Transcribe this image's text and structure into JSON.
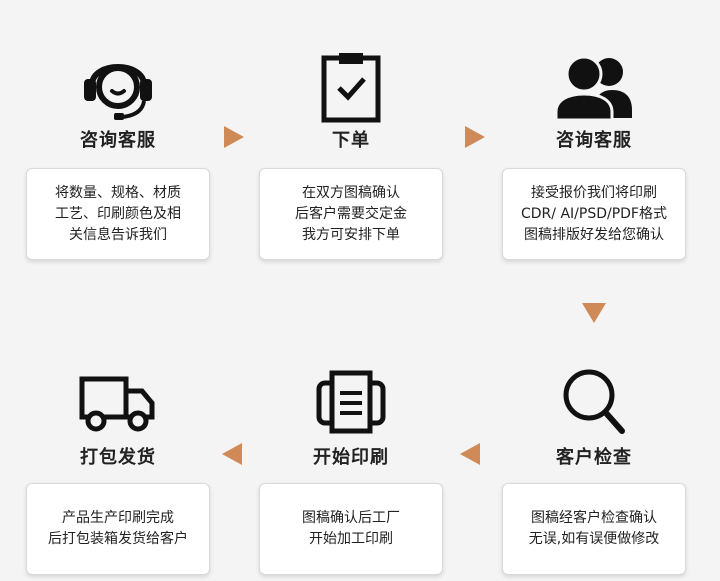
{
  "accent_color": "#d08a58",
  "steps": [
    {
      "icon": "headset-icon",
      "title": "咨询客服",
      "lines": [
        "将数量、规格、材质",
        "工艺、印刷颜色及相",
        "关信息告诉我们"
      ]
    },
    {
      "icon": "clipboard-check-icon",
      "title": "下单",
      "lines": [
        "在双方图稿确认",
        "后客户需要交定金",
        "我方可安排下单"
      ]
    },
    {
      "icon": "users-icon",
      "title": "咨询客服",
      "lines": [
        "接受报价我们将印刷",
        "CDR/ AI/PSD/PDF格式",
        "图稿排版好发给您确认"
      ]
    },
    {
      "icon": "search-icon",
      "title": "客户检查",
      "lines": [
        "图稿经客户检查确认",
        "无误,如有误便做修改"
      ]
    },
    {
      "icon": "printer-icon",
      "title": "开始印刷",
      "lines": [
        "图稿确认后工厂",
        "开始加工印刷"
      ]
    },
    {
      "icon": "truck-icon",
      "title": "打包发货",
      "lines": [
        "产品生产印刷完成",
        "后打包装箱发货给客户"
      ]
    }
  ]
}
